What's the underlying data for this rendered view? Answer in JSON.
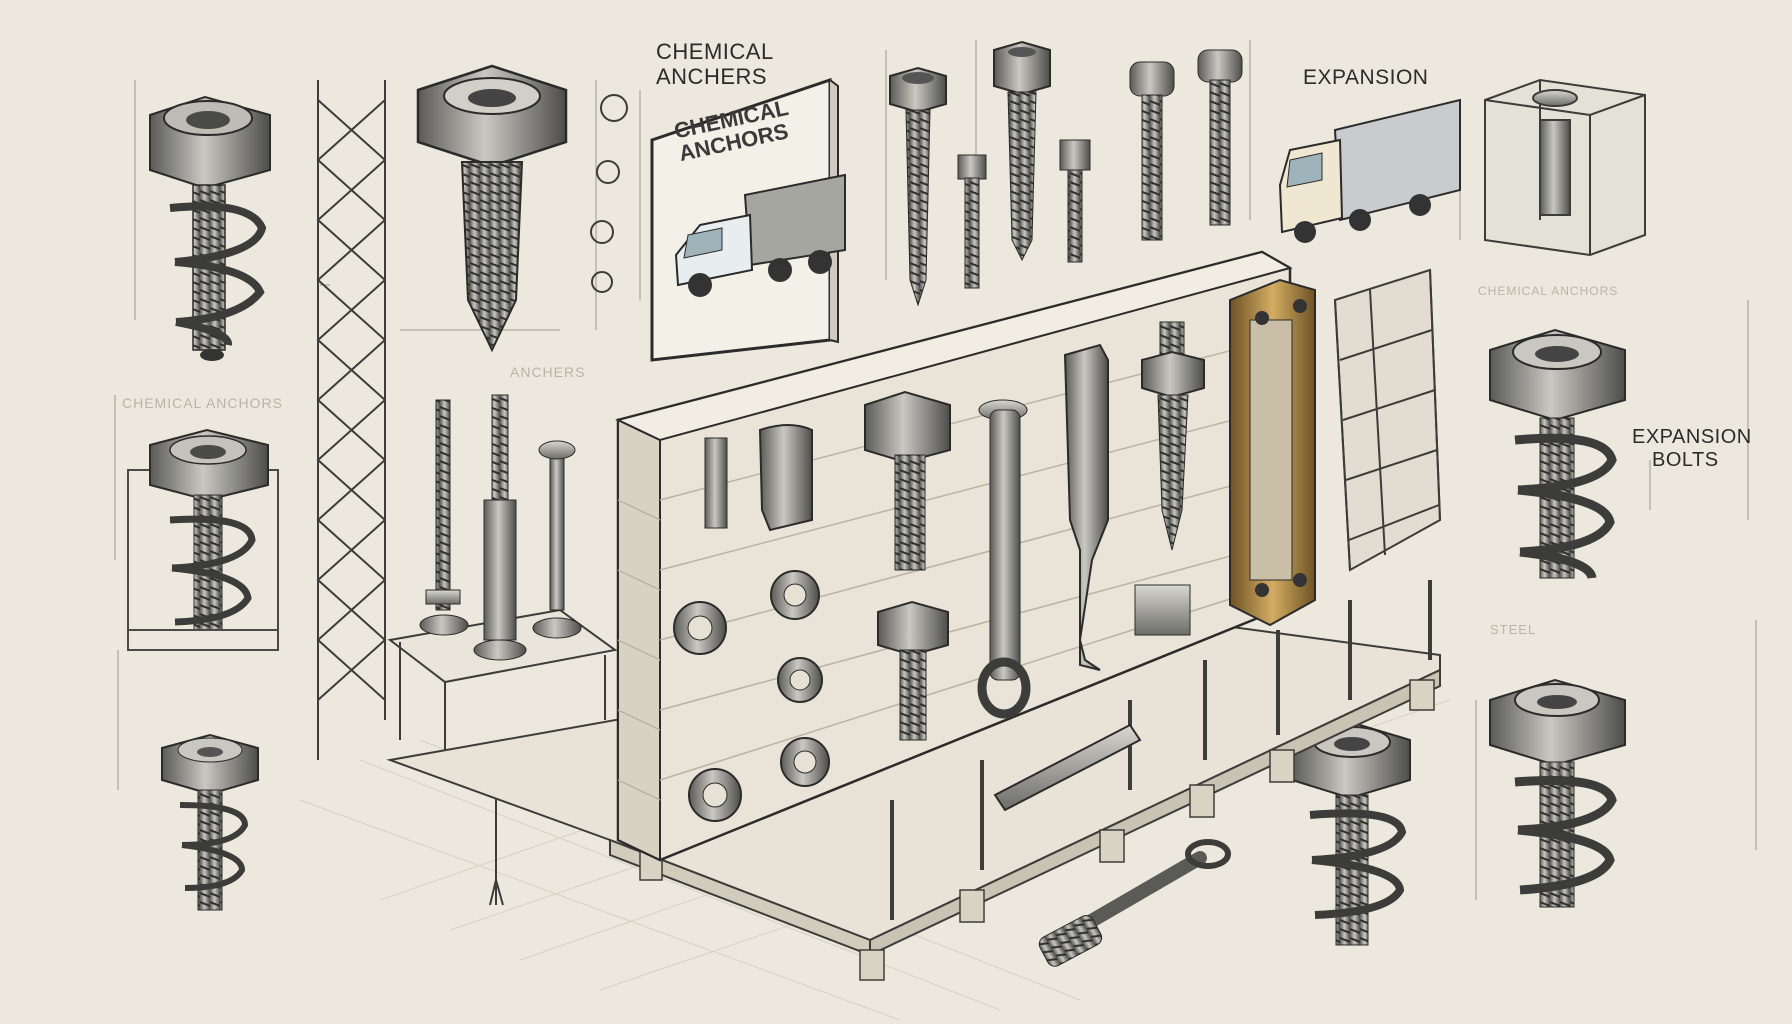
{
  "labels": {
    "chemical_top": [
      "CHEMICAL",
      "ANCHERS"
    ],
    "sign": [
      "CHEMICAL",
      "ANCHORS"
    ],
    "expansion_top": "EXPANSION",
    "expansion_bolts": [
      "EXPANSION",
      "BOLTS"
    ],
    "faint_chemical_left": "CHEMICAL ANCHORS",
    "faint_anchers_mid": "ANCHERS",
    "faint_right": "CHEMICAL ANCHORS",
    "faint_steel": "STEEL"
  },
  "colors": {
    "paper": "#ece8dd",
    "ink": "#2b2b2b",
    "metal": "#8b8b86",
    "metal_dark": "#4a4a48",
    "wall": "#e6e1d4",
    "brass": "#a9843f",
    "truck_cab": "#efe7d2"
  }
}
